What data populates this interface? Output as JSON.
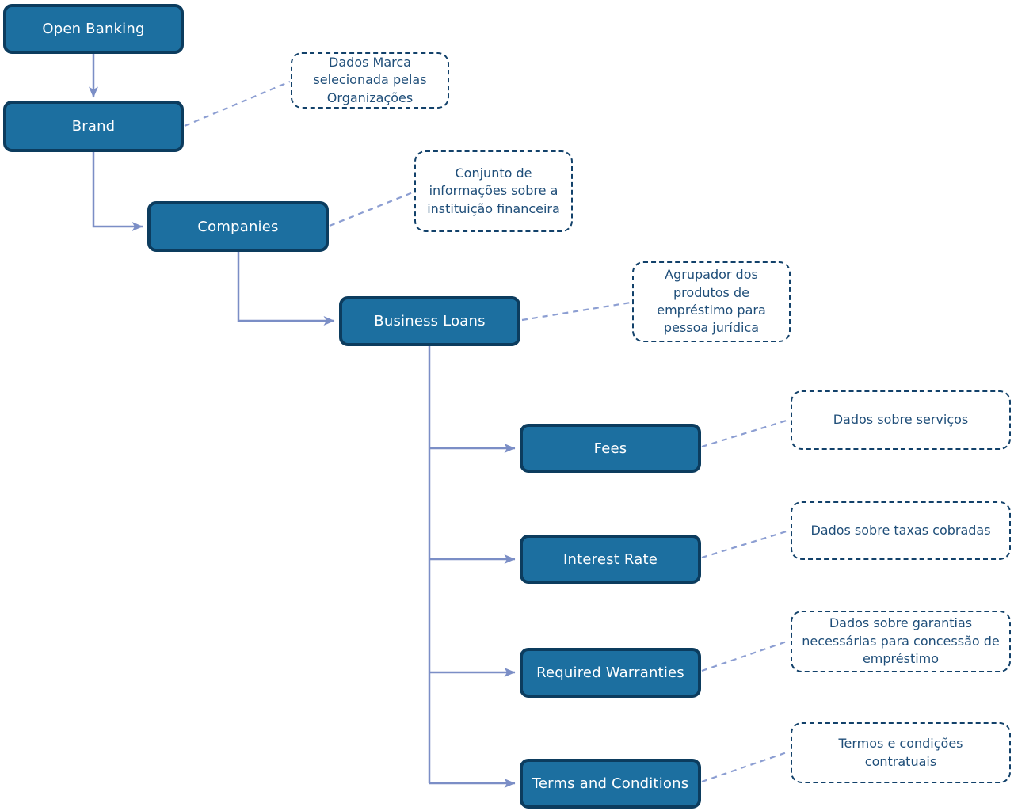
{
  "diagram": {
    "type": "hierarchy-flowchart",
    "nodes": [
      {
        "id": "open-banking",
        "label": "Open Banking"
      },
      {
        "id": "brand",
        "label": "Brand"
      },
      {
        "id": "companies",
        "label": "Companies"
      },
      {
        "id": "business-loans",
        "label": "Business Loans"
      },
      {
        "id": "fees",
        "label": "Fees"
      },
      {
        "id": "interest-rate",
        "label": "Interest Rate"
      },
      {
        "id": "required-warranties",
        "label": "Required Warranties"
      },
      {
        "id": "terms-and-conditions",
        "label": "Terms and Conditions"
      }
    ],
    "annotations": [
      {
        "for": "brand",
        "text": "Dados Marca selecionada pelas Organizações"
      },
      {
        "for": "companies",
        "text": "Conjunto de informações sobre a instituição financeira"
      },
      {
        "for": "business-loans",
        "text": "Agrupador dos produtos de empréstimo para pessoa jurídica"
      },
      {
        "for": "fees",
        "text": "Dados sobre serviços"
      },
      {
        "for": "interest-rate",
        "text": "Dados sobre taxas cobradas"
      },
      {
        "for": "required-warranties",
        "text": "Dados sobre garantias necessárias para concessão de empréstimo"
      },
      {
        "for": "terms-and-conditions",
        "text": "Termos e condições contratuais"
      }
    ],
    "edges": [
      {
        "from": "open-banking",
        "to": "brand",
        "style": "solid-arrow"
      },
      {
        "from": "brand",
        "to": "companies",
        "style": "solid-arrow"
      },
      {
        "from": "companies",
        "to": "business-loans",
        "style": "solid-arrow"
      },
      {
        "from": "business-loans",
        "to": "fees",
        "style": "solid-arrow"
      },
      {
        "from": "business-loans",
        "to": "interest-rate",
        "style": "solid-arrow"
      },
      {
        "from": "business-loans",
        "to": "required-warranties",
        "style": "solid-arrow"
      },
      {
        "from": "business-loans",
        "to": "terms-and-conditions",
        "style": "solid-arrow"
      }
    ],
    "colors": {
      "background": "#FFFFFF",
      "node_fill": "#1C6FA0",
      "node_border": "#0C3C5E",
      "node_text": "#FFFFFF",
      "annotation_border": "#12416A",
      "annotation_text": "#1F4E79",
      "connector": "#7B8EC6",
      "connector_dashed": "#8C9ED2"
    }
  }
}
